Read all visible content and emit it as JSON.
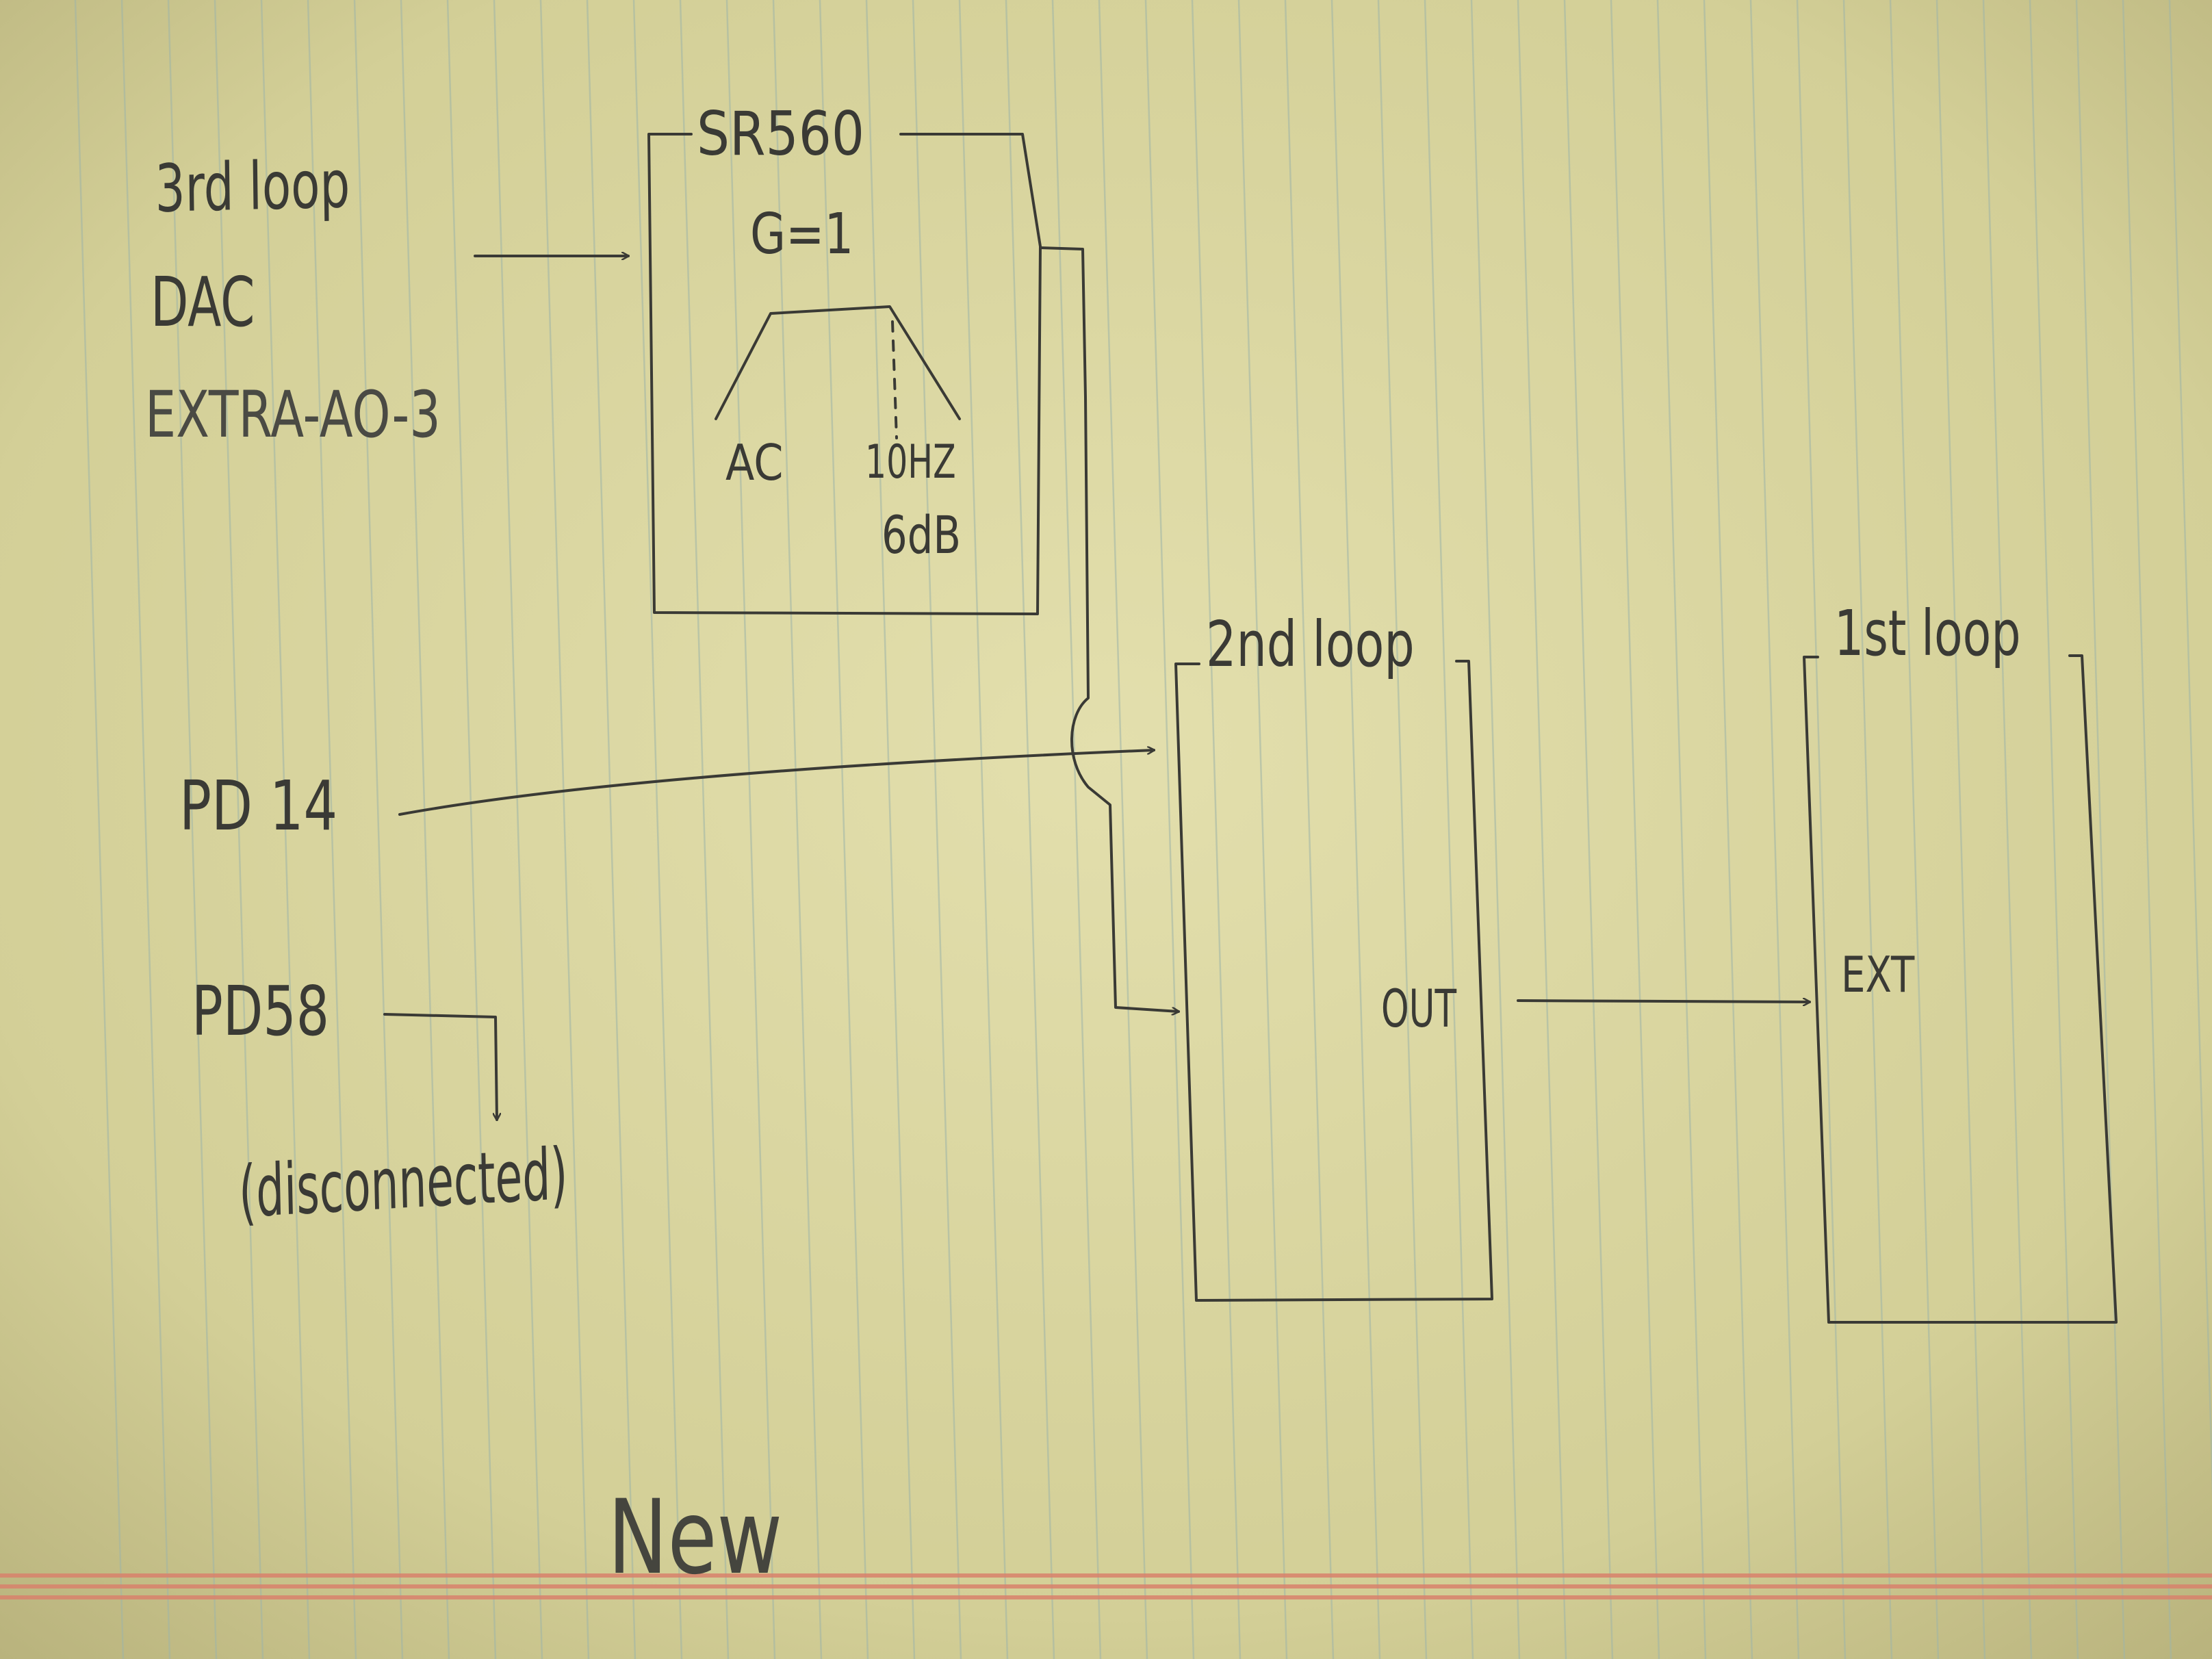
{
  "diagram": {
    "inputs": {
      "dac_source": [
        "3rd loop",
        "DAC",
        "EXTRA-AO-3"
      ],
      "pd14": "PD 14",
      "pd58": "PD58",
      "pd58_state": "(disconnected)"
    },
    "sr560": {
      "title": "SR560",
      "gain": "G=1",
      "filter_low": "AC",
      "filter_high": "10HZ",
      "rolloff": "6dB"
    },
    "second_loop": {
      "title": "2nd loop",
      "output": "OUT"
    },
    "first_loop": {
      "title": "1st loop",
      "input": "EXT"
    },
    "footer": "New"
  },
  "colors": {
    "paper": "#d8d49f",
    "rule_lines": "#9fb5a8",
    "margin_lines": "#d9826c",
    "ink": "#3a3a35"
  }
}
